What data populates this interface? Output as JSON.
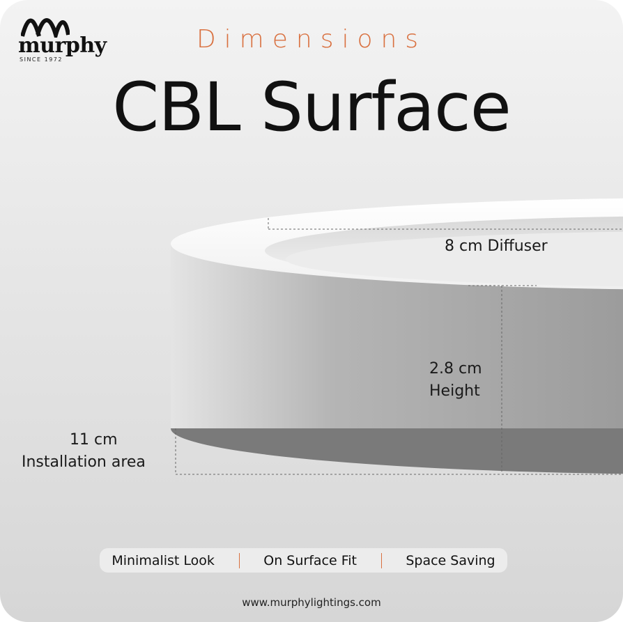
{
  "brand": {
    "name": "murphy",
    "tagline": "SINCE 1972"
  },
  "header": {
    "subtitle": "Dimensions",
    "title": "CBL Surface"
  },
  "dimensions": {
    "diffuser": "8 cm Diffuser",
    "height_value": "2.8 cm",
    "height_label": "Height",
    "install_value": "11 cm",
    "install_label": "Installation area"
  },
  "features": [
    "Minimalist Look",
    "On Surface Fit",
    "Space Saving"
  ],
  "footer": {
    "url": "www.murphylightings.com"
  },
  "colors": {
    "accent": "#d9703f",
    "text": "#111111",
    "background": "#e6e6e6"
  }
}
